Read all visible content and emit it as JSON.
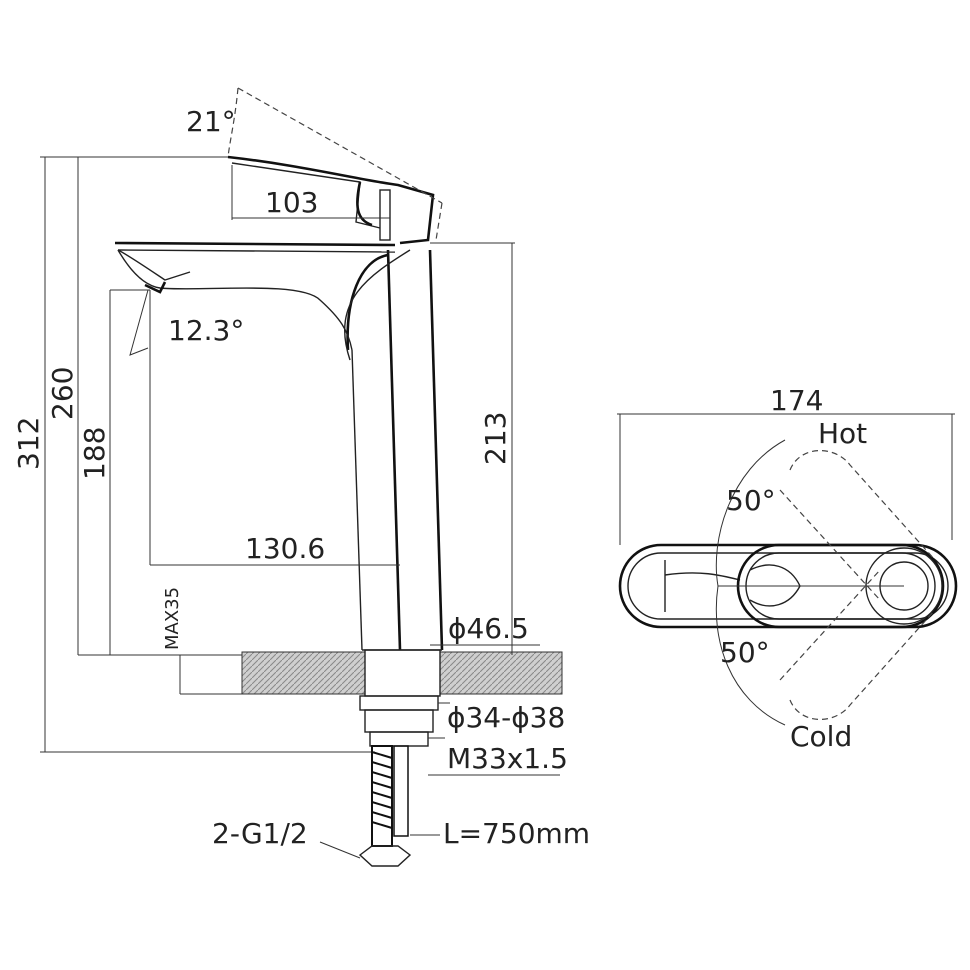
{
  "dimensions": {
    "handle_angle": "21°",
    "handle_length": "103",
    "spout_angle": "12.3°",
    "total_height": "312",
    "height_to_spout": "260",
    "spout_clearance": "188",
    "body_height": "213",
    "reach": "130.6",
    "max_deck": "MAX35",
    "base_diameter": "ϕ46.5",
    "hole_diameter": "ϕ34-ϕ38",
    "thread": "M33x1.5",
    "hose_thread": "2-G1/2",
    "hose_length": "L=750mm"
  },
  "top_view": {
    "width": "174",
    "hot_label": "Hot",
    "cold_label": "Cold",
    "hot_angle": "50°",
    "cold_angle": "50°"
  }
}
